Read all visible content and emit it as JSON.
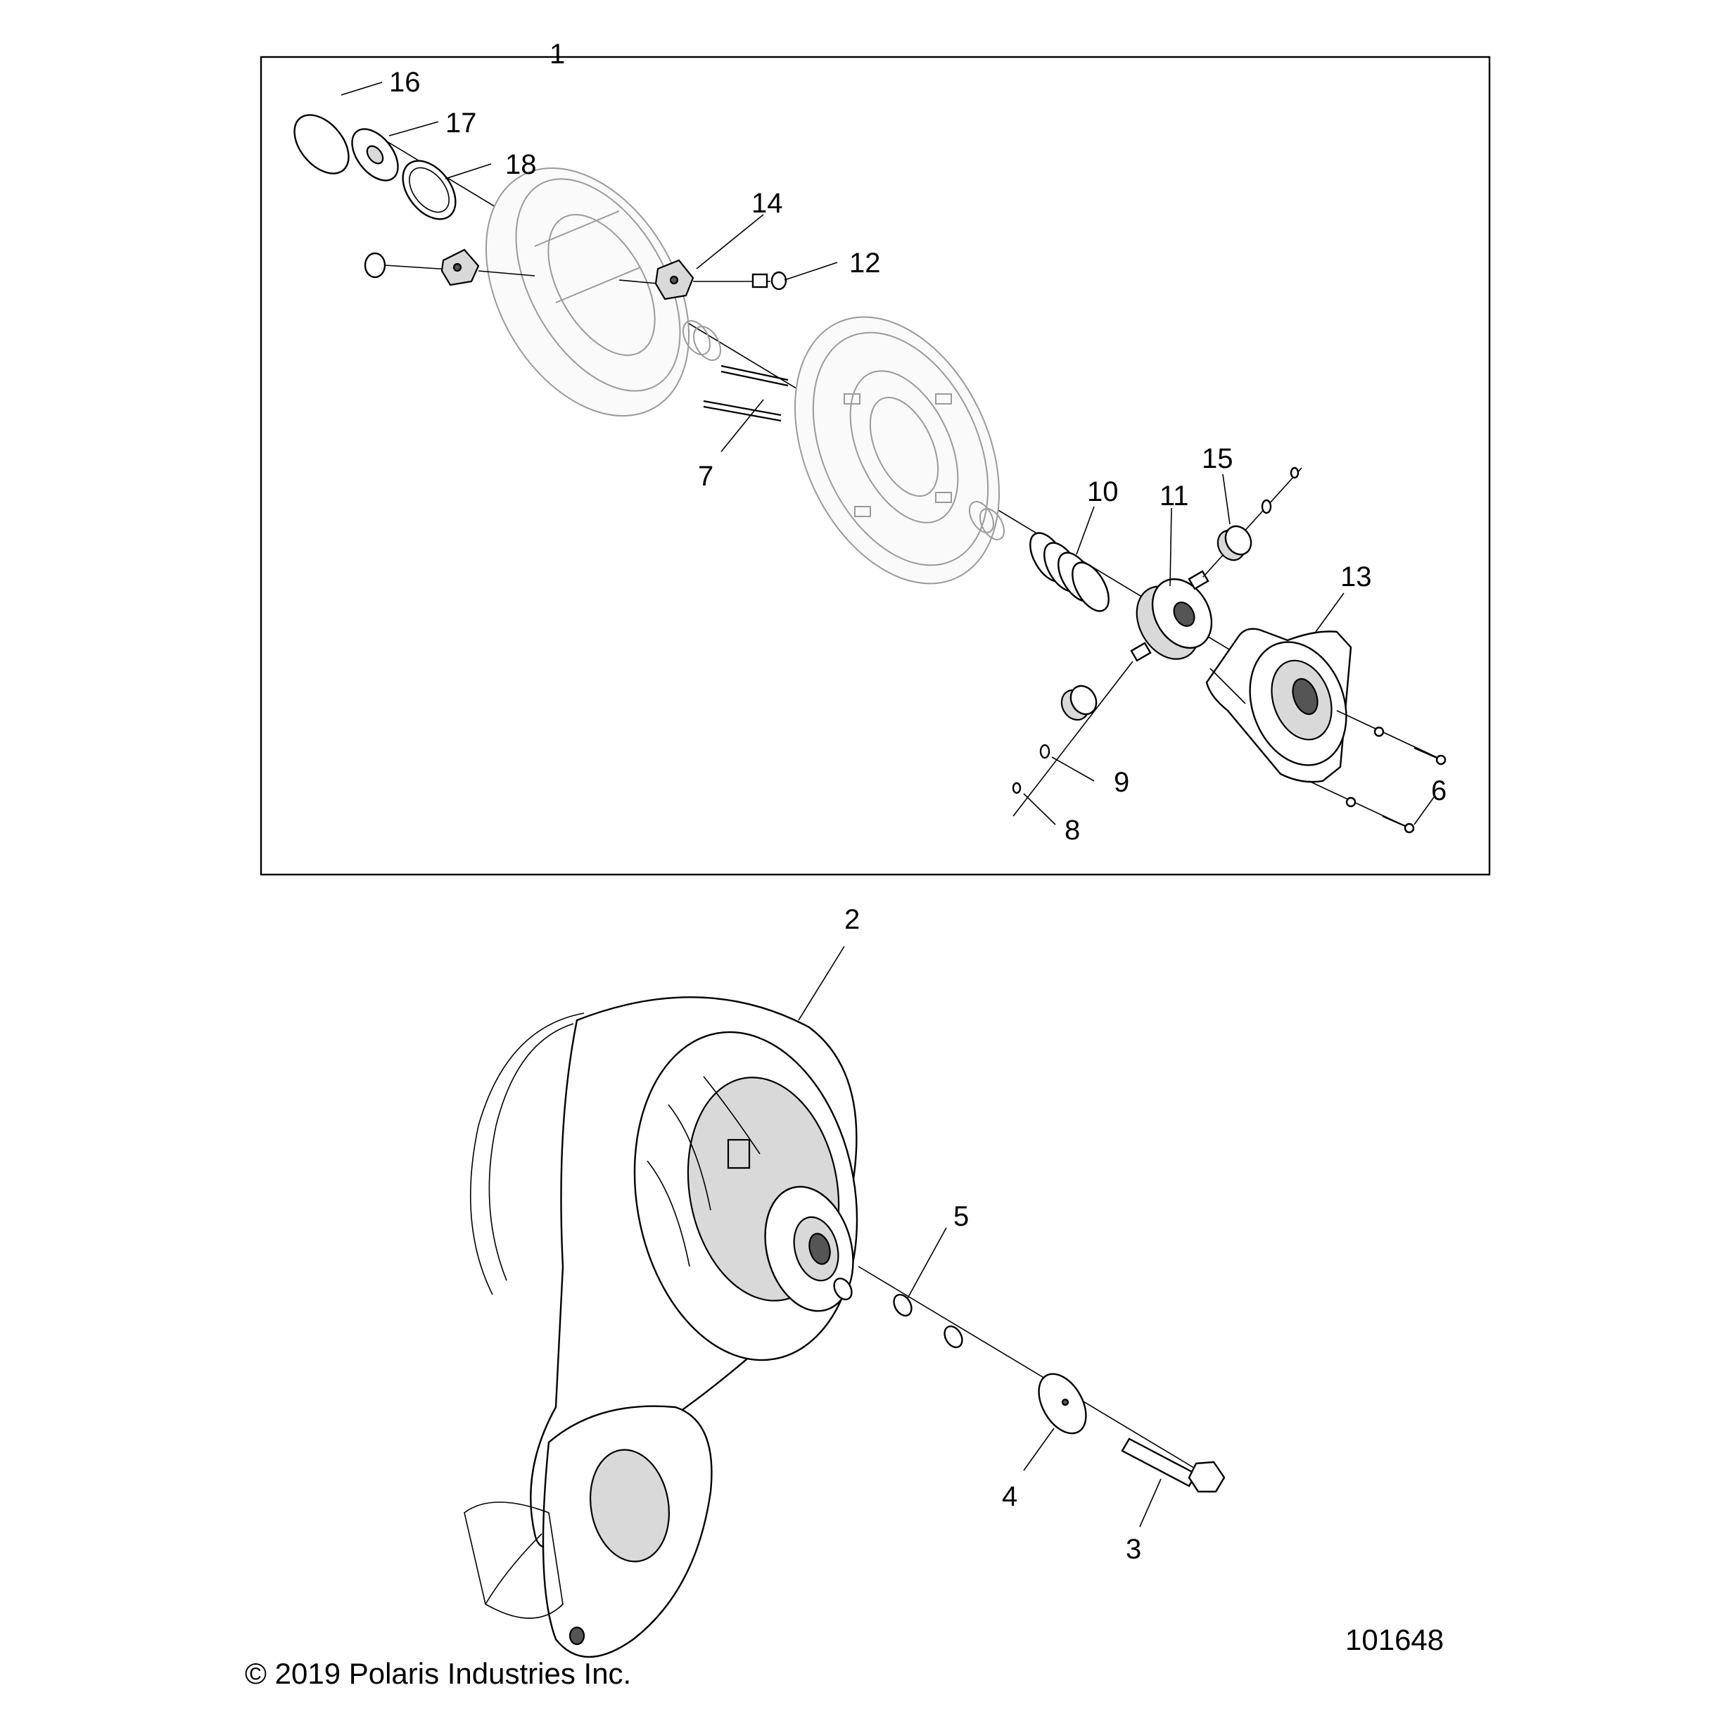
{
  "callouts": [
    {
      "id": "1",
      "text": "1"
    },
    {
      "id": "2",
      "text": "2"
    },
    {
      "id": "3",
      "text": "3"
    },
    {
      "id": "4",
      "text": "4"
    },
    {
      "id": "5",
      "text": "5"
    },
    {
      "id": "6",
      "text": "6"
    },
    {
      "id": "7",
      "text": "7"
    },
    {
      "id": "8",
      "text": "8"
    },
    {
      "id": "9",
      "text": "9"
    },
    {
      "id": "10",
      "text": "10"
    },
    {
      "id": "11",
      "text": "11"
    },
    {
      "id": "12",
      "text": "12"
    },
    {
      "id": "13",
      "text": "13"
    },
    {
      "id": "14",
      "text": "14"
    },
    {
      "id": "15",
      "text": "15"
    },
    {
      "id": "16",
      "text": "16"
    },
    {
      "id": "17",
      "text": "17"
    },
    {
      "id": "18",
      "text": "18"
    }
  ],
  "footer": {
    "copyright": "© 2019 Polaris Industries Inc.",
    "figure_number": "101648"
  }
}
